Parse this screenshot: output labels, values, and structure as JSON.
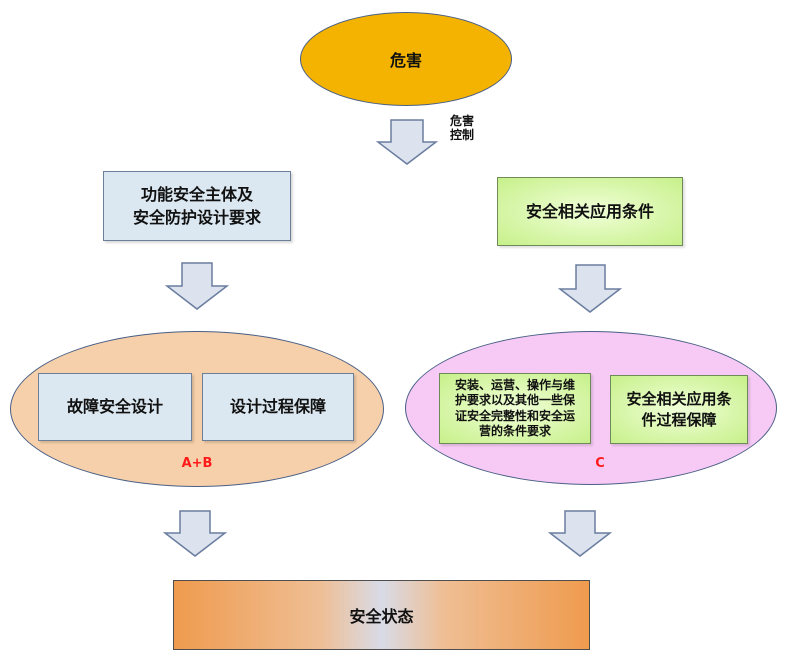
{
  "top_oval": {
    "label": "危害"
  },
  "hazard_note": {
    "line1": "危害",
    "line2": "控制"
  },
  "left_requirements": {
    "line1": "功能安全主体及",
    "line2": "安全防护设计要求"
  },
  "right_conditions": {
    "label": "安全相关应用条件"
  },
  "left_group": {
    "items": [
      "故障安全设计",
      "设计过程保障"
    ],
    "tag": "A+B"
  },
  "right_group": {
    "item1": {
      "lines": [
        "安装、运营、操作与维",
        "护要求以及其他一些保",
        "证安全完整性和安全运",
        "营的条件要求"
      ]
    },
    "item2": {
      "lines": [
        "安全相关应用条",
        "件过程保障"
      ]
    },
    "tag": "C"
  },
  "final_state": {
    "label": "安全状态"
  },
  "colors": {
    "hazard_oval": "#f4b300",
    "left_box": "#dbe8f1",
    "right_box": "#c7f08a",
    "left_group": "#f6d0aa",
    "right_group": "#f6caf5",
    "final_box": "#ef9b4e",
    "tag_text": "#ff1a1a"
  },
  "icons": [
    "down-arrow-icon"
  ]
}
